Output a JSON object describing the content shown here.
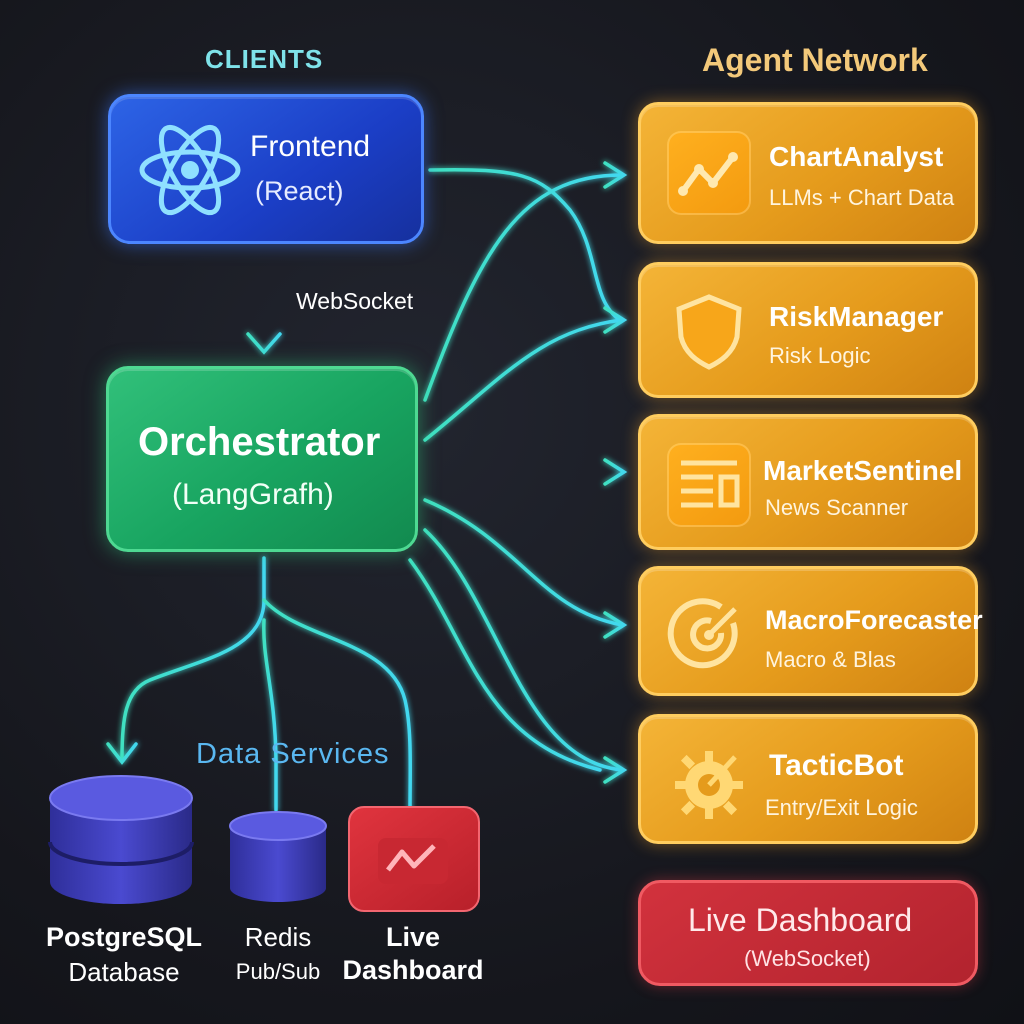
{
  "clients": {
    "title": "CLIENTS",
    "frontend": {
      "title": "Frontend",
      "subtitle": "(React)",
      "icon": "react-atom-icon"
    },
    "connection_label": "WebSocket"
  },
  "orchestrator": {
    "title": "Orchestrator",
    "subtitle": "(LangGrafh)"
  },
  "agent_network": {
    "title": "Agent Network",
    "agents": [
      {
        "name": "ChartAnalyst",
        "description": "LLMs + Chart Data",
        "icon": "line-chart-icon"
      },
      {
        "name": "RiskManager",
        "description": "Risk Logic",
        "icon": "shield-icon"
      },
      {
        "name": "MarketSentinel",
        "description": "News Scanner",
        "icon": "newspaper-icon"
      },
      {
        "name": "MacroForecaster",
        "description": "Macro & Blas",
        "icon": "target-icon"
      },
      {
        "name": "TacticBot",
        "description": "Entry/Exit Logic",
        "icon": "gear-icon"
      }
    ],
    "live_dashboard": {
      "title": "Live Dashboard",
      "subtitle": "(WebSocket)"
    }
  },
  "data_services": {
    "title": "Data Services",
    "items": [
      {
        "line1": "PostgreSQL",
        "line2": "Database",
        "icon": "database-icon"
      },
      {
        "line1": "Redis",
        "line2": "Pub/Sub",
        "icon": "database-icon"
      },
      {
        "line1": "Live",
        "line2": "Dashboard",
        "icon": "dashboard-chart-icon"
      }
    ]
  },
  "colors": {
    "clients_title": "#7fe3ea",
    "agent_title": "#f3c97a",
    "frontend": "#2450d8",
    "orchestrator": "#1fae68",
    "agent": "#eba426",
    "connector": "#3fe0e6",
    "dashboard": "#c72b36",
    "database": "#3b3fb0"
  }
}
